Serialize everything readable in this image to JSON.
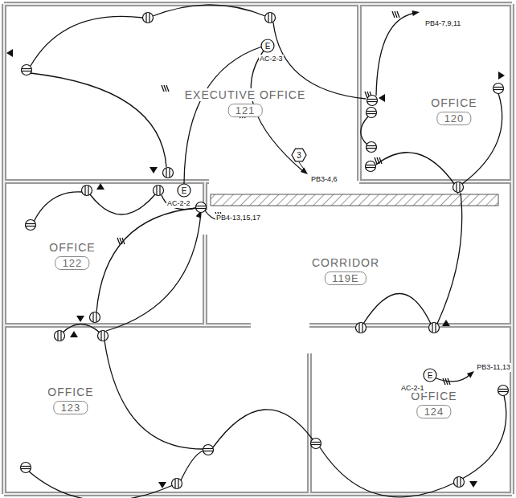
{
  "diagram": {
    "nodes": [
      {
        "text": [
          "EXECUTIVE OFFICE",
          "121"
        ]
      },
      {
        "text": [
          "OFFICE",
          "120"
        ]
      },
      {
        "text": [
          "OFFICE",
          "122"
        ]
      },
      {
        "text": [
          "CORRIDOR",
          "119E"
        ]
      },
      {
        "text": [
          "OFFICE",
          "123"
        ]
      },
      {
        "text": [
          "OFFICE",
          "124"
        ]
      }
    ],
    "labels": [
      "PB4-7,9,11",
      "E",
      "AC-2-3",
      "3",
      "PB3-4,6",
      "E",
      "AC-2-2",
      "PB4-13,15,17",
      "PB3-11,13",
      "E",
      "AC-2-1"
    ]
  }
}
